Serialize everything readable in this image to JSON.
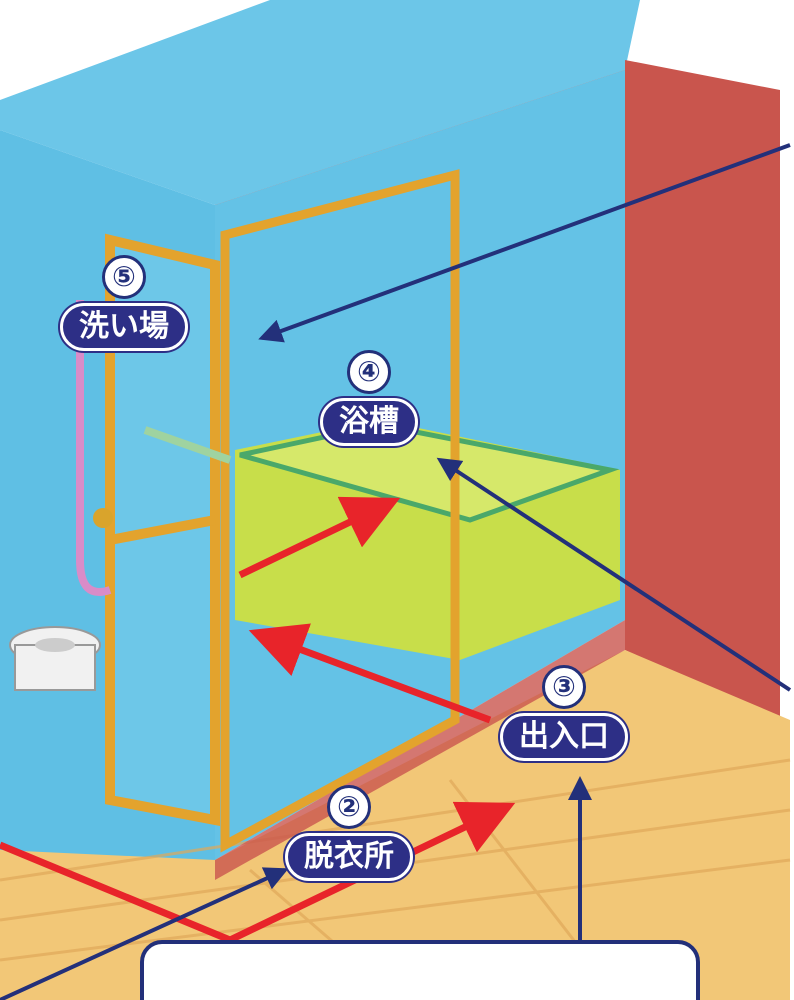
{
  "labels": {
    "dressing_room": {
      "number": "②",
      "name": "脱衣所"
    },
    "entrance": {
      "number": "③",
      "name": "出入口"
    },
    "bathtub": {
      "number": "④",
      "name": "浴槽"
    },
    "washing_area": {
      "number": "⑤",
      "name": "洗い場"
    }
  },
  "colors": {
    "label_bg": "#2d2f86",
    "leader_line": "#23307a",
    "flow_arrow": "#e8242a",
    "wall_blue": "#5fc3e6",
    "wall_red": "#c9554d",
    "floor_wood": "#f2c777",
    "bathtub_green": "#c8de4a",
    "door_frame": "#e3a32d"
  },
  "icons": [
    "flow-arrow",
    "leader-arrow"
  ]
}
